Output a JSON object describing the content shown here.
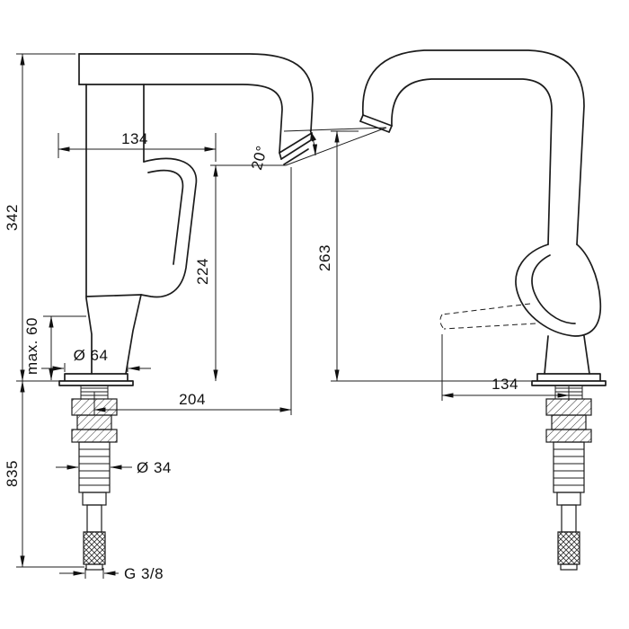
{
  "title": "Faucet dimensional technical drawing",
  "colors": {
    "line": "#1c1c1c",
    "background": "#ffffff"
  },
  "dims": {
    "height_342": "342",
    "width_134_top": "134",
    "depth_224": "224",
    "angle_20": "20°",
    "height_263": "263",
    "max_60": "max. 60",
    "dia_64": "Ø 64",
    "reach_204": "204",
    "hose_835": "835",
    "dia_34": "Ø 34",
    "thread_g38": "G 3/8",
    "reach_134_side": "134"
  }
}
